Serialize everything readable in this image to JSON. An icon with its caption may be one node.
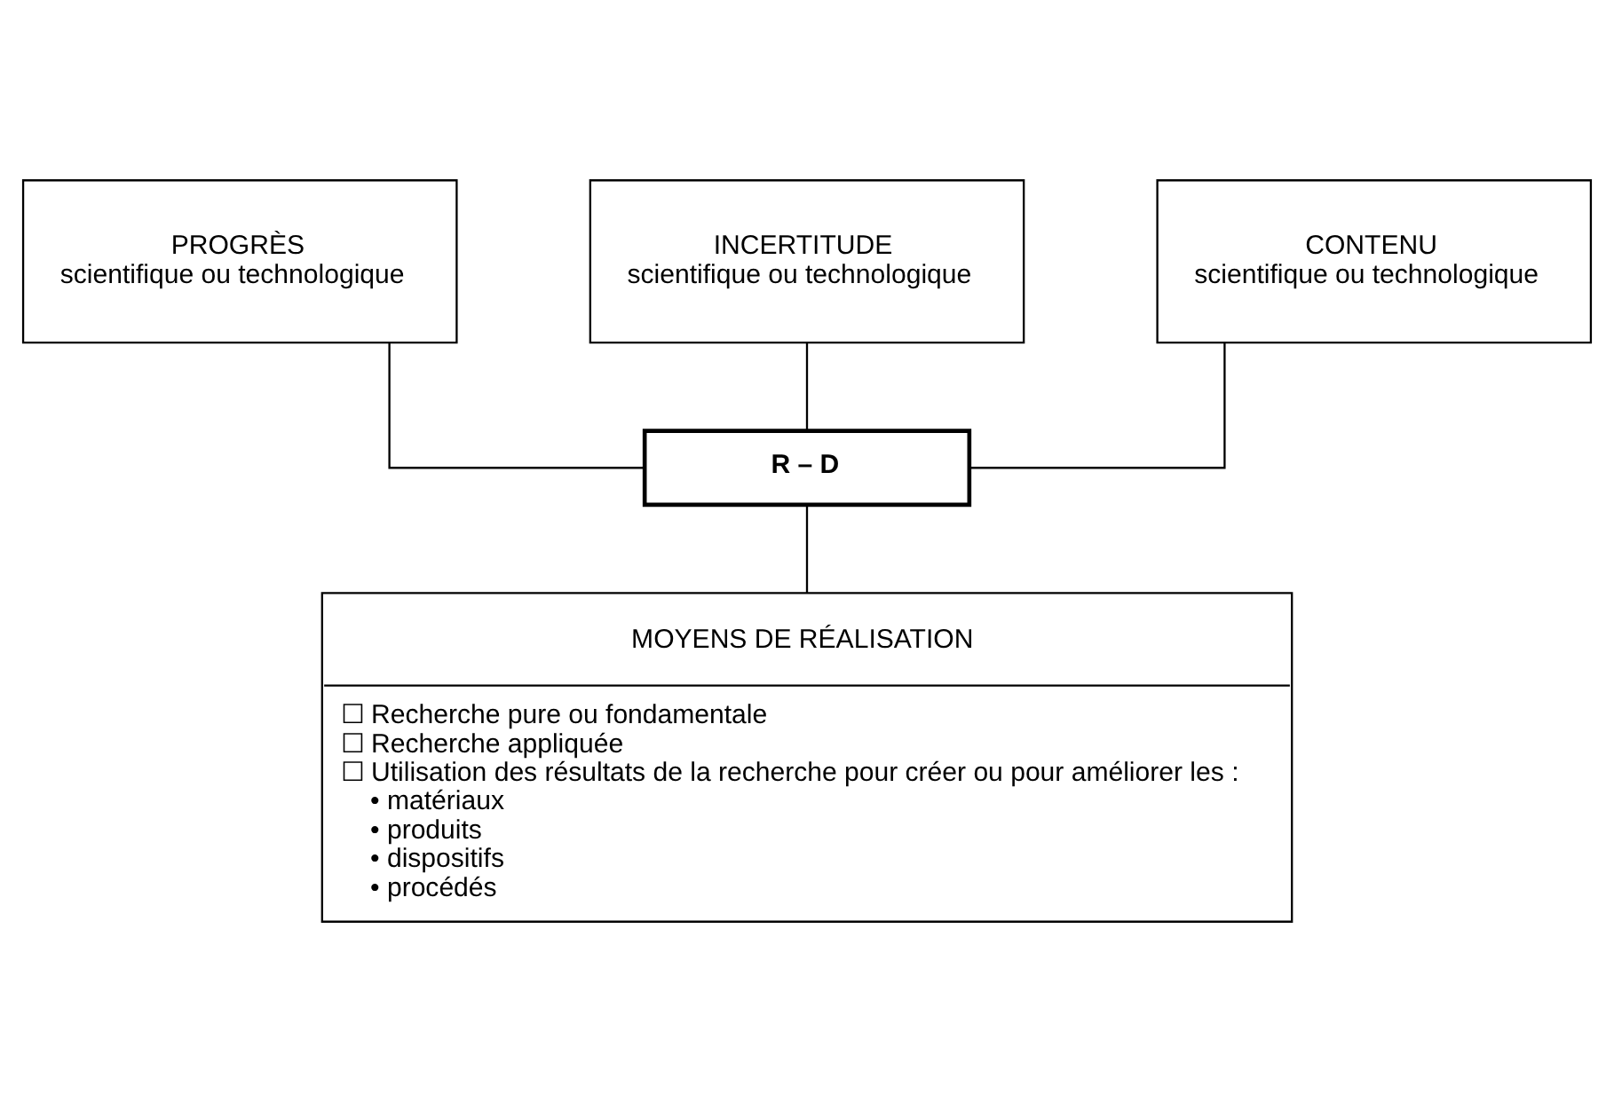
{
  "diagram": {
    "nodes": [
      {
        "text": [
          "PROGRÈS",
          "scientifique ou technologique"
        ]
      },
      {
        "text": [
          "INCERTITUDE",
          "scientifique ou technologique"
        ]
      },
      {
        "text": [
          "CONTENU",
          "scientifique ou technologique"
        ]
      },
      {
        "text": [
          "R – D"
        ]
      },
      {
        "text": [
          "MOYENS DE RÉALISATION",
          "☐ Recherche pure ou fondamentale",
          "☐ Recherche appliquée",
          "☐ Utilisation des résultats de la recherche pour créer ou pour améliorer les :",
          "• matériaux",
          "• produits",
          "• dispositifs",
          "• procédés"
        ]
      }
    ],
    "edges": [
      {
        "from": 0,
        "to": 3,
        "arrow": "none"
      },
      {
        "from": 1,
        "to": 3,
        "arrow": "none"
      },
      {
        "from": 2,
        "to": 3,
        "arrow": "none"
      },
      {
        "from": 3,
        "to": 4,
        "arrow": "none"
      }
    ]
  }
}
